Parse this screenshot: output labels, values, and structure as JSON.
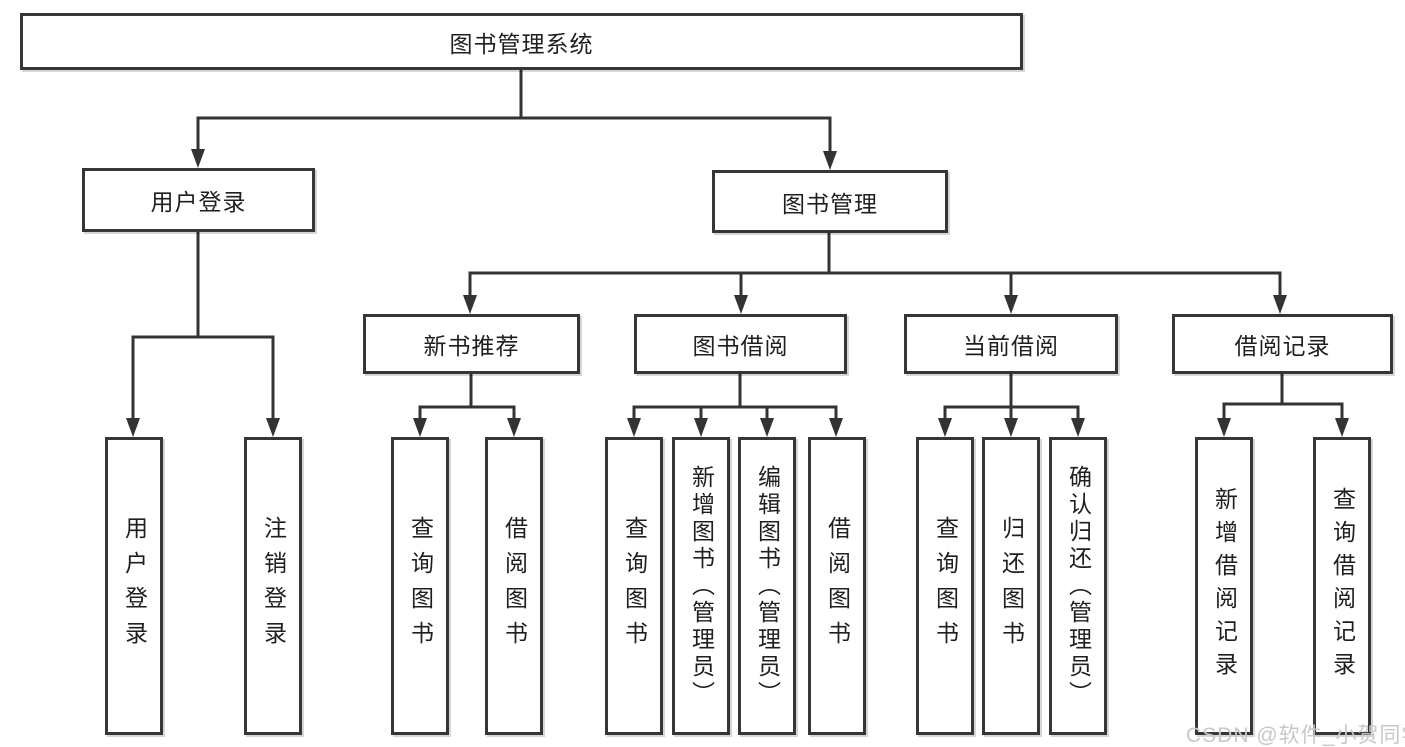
{
  "tree": {
    "root": "图书管理系统",
    "user_login": {
      "label": "用户登录",
      "children": [
        "用户登录",
        "注销登录"
      ]
    },
    "book_mgmt": {
      "label": "图书管理",
      "groups": [
        {
          "label": "新书推荐",
          "children": [
            "查询图书",
            "借阅图书"
          ]
        },
        {
          "label": "图书借阅",
          "children": [
            "查询图书",
            "新增图书（管理员）",
            "编辑图书（管理员）",
            "借阅图书"
          ]
        },
        {
          "label": "当前借阅",
          "children": [
            "查询图书",
            "归还图书",
            "确认归还（管理员）"
          ]
        },
        {
          "label": "借阅记录",
          "children": [
            "新增借阅记录",
            "查询借阅记录"
          ]
        }
      ]
    }
  },
  "watermark": {
    "text": "CSDN @软件_小贺同学"
  },
  "colors": {
    "line": "#333333",
    "text": "#1f1f1f",
    "box_border": "#363636",
    "background": "#ffffff",
    "watermark": "#c8c8c8"
  }
}
